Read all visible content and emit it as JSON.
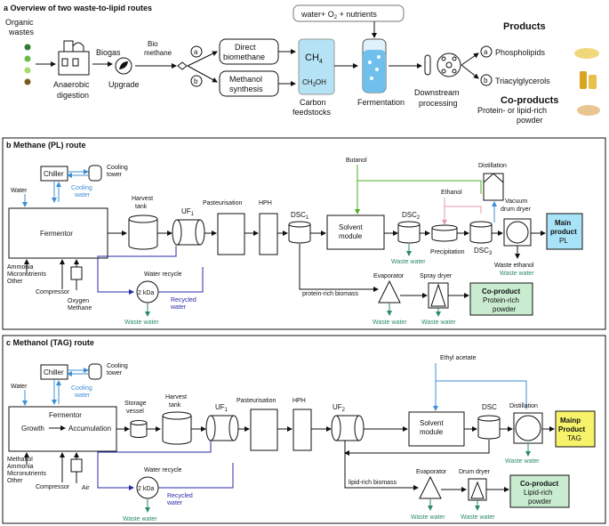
{
  "panel_a": {
    "title": "a Overview of two waste-to-lipid routes",
    "organic_wastes": [
      "Organic",
      "wastes"
    ],
    "anaerobic": [
      "Anaerobic",
      "digestion"
    ],
    "biogas": "Biogas",
    "upgrade": "Upgrade",
    "biomethane": [
      "Bio",
      "methane"
    ],
    "choice_a": "a",
    "choice_b": "b",
    "direct": [
      "Direct",
      "biomethane"
    ],
    "methanol_syn": [
      "Methanol",
      "synthesis"
    ],
    "ch4": "CH",
    "ch4_sub": "4",
    "ch3oh": "CH",
    "ch3oh_sub": "3",
    "ch3oh_end": "OH",
    "carbon": [
      "Carbon",
      "feedstocks"
    ],
    "water_o2": "water+ O",
    "o2_sub": "2",
    "nutrients": " + nutrients",
    "fermentation": "Fermentation",
    "downstream": [
      "Downstream",
      "processing"
    ],
    "products": "Products",
    "phospholipids": "Phospholipids",
    "triacylglycerols": "Triacylglycerols",
    "coproducts": "Co-products",
    "coproduct_desc": [
      "Protein- or lipid-rich",
      "powder"
    ]
  },
  "panel_b": {
    "title": "b Methane (PL) route",
    "chiller": "Chiller",
    "cooling_tower": [
      "Cooling",
      "tower"
    ],
    "water": "Water",
    "cooling_water": [
      "Cooling",
      "water"
    ],
    "fermentor": "Fermentor",
    "inputs": [
      "Ammonia",
      "Micronutrients",
      "Other"
    ],
    "compressor": "Compressor",
    "gases": [
      "Oxygen",
      "Methane"
    ],
    "harvest_tank": [
      "Harvest",
      "tank"
    ],
    "uf1": "UF",
    "uf1_sub": "1",
    "pasteurisation": "Pasteurisation",
    "hph": "HPH",
    "dsc1": "DSC",
    "dsc1_sub": "1",
    "butanol": "Butanol",
    "solvent_module": [
      "Solvent",
      "module"
    ],
    "dsc2": "DSC",
    "dsc2_sub": "2",
    "ethanol": "Ethanol",
    "precipitation": "Precipitation",
    "dsc3": "DSC",
    "dsc3_sub": "3",
    "distillation": "Distillation",
    "vacuum_drum": [
      "Vacuum",
      "drum dryer"
    ],
    "main_product": [
      "Main",
      "product"
    ],
    "main_product_val": "PL",
    "waste_water_dsc2": "Waste water",
    "waste_ethanol": "Waste ethanol",
    "waste_water_vac": "Waste water",
    "water_recycle": "Water recycle",
    "kda": "2 kDa",
    "recycled_water": [
      "Recycled",
      "water"
    ],
    "waste_water_recycle": "Waste water",
    "biomass": "protein-rich biomass",
    "evaporator": "Evaporator",
    "spray_dryer": "Spray dryer",
    "waste_water_evap": "Waste water",
    "waste_water_spray": "Waste water",
    "coproduct": "Co-product",
    "coproduct_val": [
      "Protein-rich",
      "powder"
    ]
  },
  "panel_c": {
    "title": "c Methanol (TAG) route",
    "chiller": "Chiller",
    "cooling_tower": [
      "Cooling",
      "tower"
    ],
    "water": "Water",
    "cooling_water": [
      "Cooling",
      "water"
    ],
    "fermentor": "Fermentor",
    "growth": "Growth",
    "accumulation": "Accumulation",
    "inputs": [
      "Methanol",
      "Ammonia",
      "Micronutrients",
      "Other"
    ],
    "compressor": "Compressor",
    "air": "Air",
    "storage_vessel": [
      "Storage",
      "vessel"
    ],
    "harvest_tank": [
      "Harvest",
      "tank"
    ],
    "uf1": "UF",
    "uf1_sub": "1",
    "pasteurisation": "Pasteurisation",
    "hph": "HPH",
    "uf2": "UF",
    "uf2_sub": "2",
    "ethyl_acetate": "Ethyl acetate",
    "solvent_module": [
      "Solvent",
      "module"
    ],
    "dsc": "DSC",
    "distillation": "Distillation",
    "waste_water_dist": "Waste water",
    "main_product": [
      "Mainp",
      "Product"
    ],
    "main_product_val": "TAG",
    "water_recycle": "Water recycle",
    "kda": "2 kDa",
    "recycled_water": [
      "Recycled",
      "water"
    ],
    "waste_water_recycle": "Waste water",
    "biomass": "lipid-rich biomass",
    "evaporator": "Evaporator",
    "drum_dryer": "Drum dryer",
    "waste_water_evap": "Waste water",
    "waste_water_drum": "Waste water",
    "coproduct": "Co-product",
    "coproduct_val": [
      "Lipid-rich",
      "powder"
    ]
  },
  "colors": {
    "blue": "#3d8fd6",
    "green_line": "#4caf1f",
    "pink": "#e79aa8",
    "navy": "#2a2aa8",
    "teal": "#2d8a6a",
    "main_b": "#a9e3f7",
    "main_c": "#f6f36b",
    "coproduct": "#c9ecd0"
  }
}
